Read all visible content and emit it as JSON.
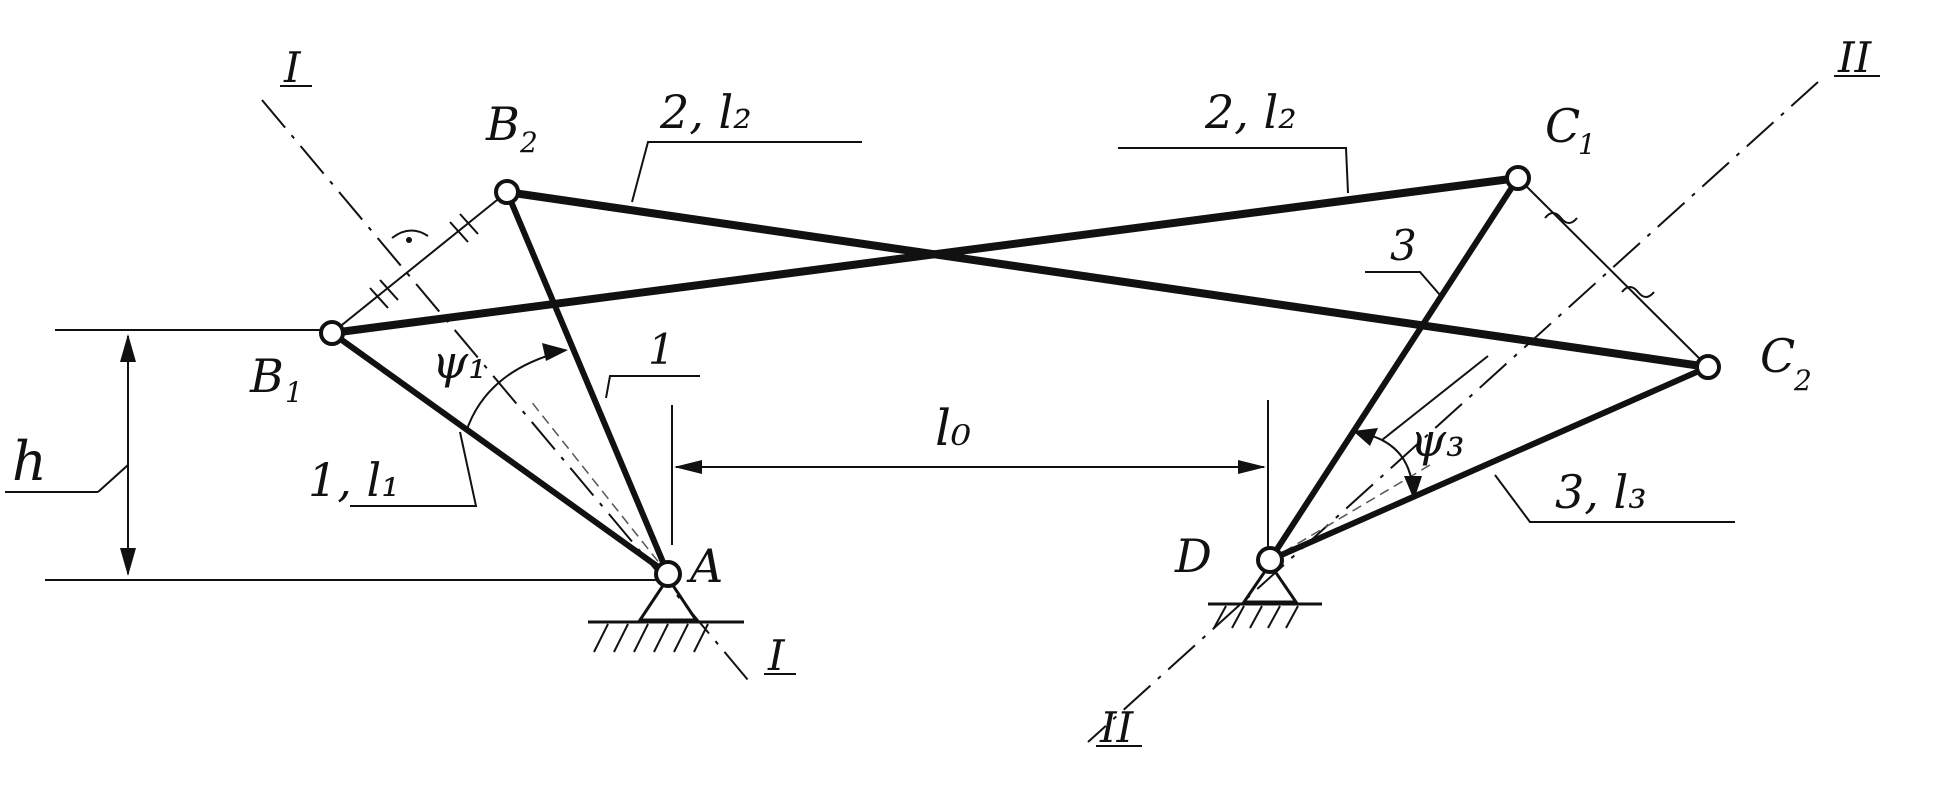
{
  "diagram": {
    "labels": {
      "B1": "B",
      "B1_sub": "1",
      "B2": "B",
      "B2_sub": "2",
      "A": "A",
      "C1": "C",
      "C1_sub": "1",
      "C2": "C",
      "C2_sub": "2",
      "D": "D",
      "link2_left": "2, l₂",
      "link2_right": "2, l₂",
      "link1_num": "1",
      "link1": "1, l₁",
      "link3_num": "3",
      "link3": "3, l₃",
      "psi1": "ψ₁",
      "psi3": "ψ₃",
      "l0": "l₀",
      "h": "h",
      "axis_I_top": "I",
      "axis_I_bottom": "I",
      "axis_II_top": "II",
      "axis_II_bottom": "II"
    }
  }
}
